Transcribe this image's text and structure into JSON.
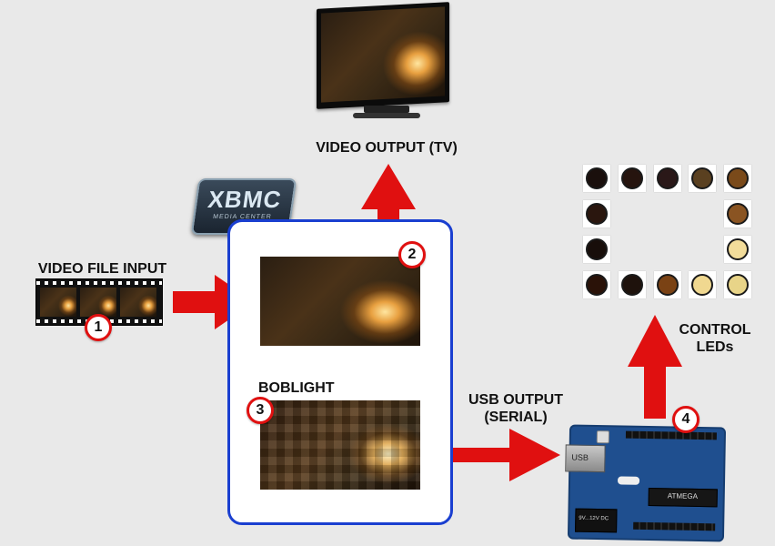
{
  "labels": {
    "video_output": "VIDEO OUTPUT (TV)",
    "video_file_input": "VIDEO FILE INPUT",
    "boblight": "BOBLIGHT",
    "usb_output_line1": "USB OUTPUT",
    "usb_output_line2": "(SERIAL)",
    "control_leds_line1": "CONTROL",
    "control_leds_line2": "LEDs"
  },
  "badges": [
    "1",
    "2",
    "3",
    "4"
  ],
  "logo": {
    "main": "XBMC",
    "sub": "MEDIA CENTER"
  },
  "board": {
    "usb": "USB",
    "chip": "ATMEGA",
    "power": "9V...12V DC"
  },
  "colors": {
    "arrow": "#e01010",
    "frame_border": "#1a3fd0",
    "badge_border": "#e01010"
  },
  "leds": [
    {
      "color": "#1a0f0c"
    },
    {
      "color": "#26140e"
    },
    {
      "color": "#2a1818"
    },
    {
      "color": "#5a4020"
    },
    {
      "color": "#7a4a1a"
    },
    {
      "color": "#2a160e"
    },
    {
      "color": "#8a5422"
    },
    {
      "color": "#180e0a"
    },
    {
      "color": "#f2dc9a"
    },
    {
      "color": "#2a1208"
    },
    {
      "color": "#1e120c"
    },
    {
      "color": "#7a4214"
    },
    {
      "color": "#f0d890"
    },
    {
      "color": "#e8d488"
    }
  ]
}
